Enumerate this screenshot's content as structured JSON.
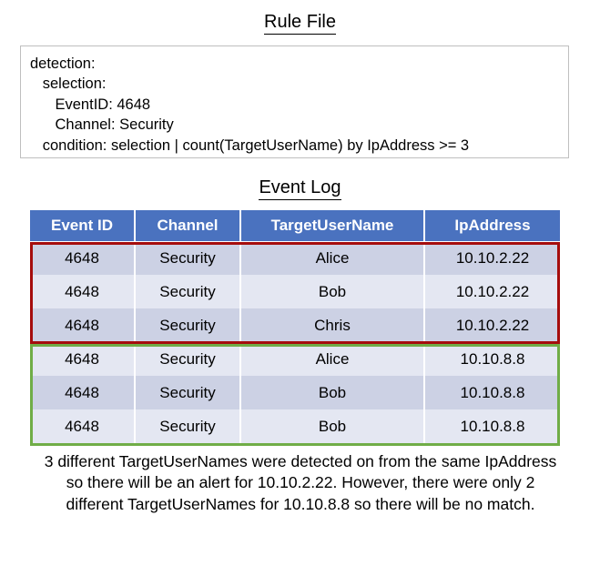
{
  "sections": {
    "rule_file": {
      "title": "Rule File",
      "code": "detection:\n   selection:\n      EventID: 4648\n      Channel: Security\n   condition: selection | count(TargetUserName) by IpAddress >= 3"
    },
    "event_log": {
      "title": "Event Log",
      "columns": [
        "Event ID",
        "Channel",
        "TargetUserName",
        "IpAddress"
      ],
      "rows": [
        {
          "event_id": "4648",
          "channel": "Security",
          "target_user_name": "Alice",
          "ip_address": "10.10.2.22"
        },
        {
          "event_id": "4648",
          "channel": "Security",
          "target_user_name": "Bob",
          "ip_address": "10.10.2.22"
        },
        {
          "event_id": "4648",
          "channel": "Security",
          "target_user_name": "Chris",
          "ip_address": "10.10.2.22"
        },
        {
          "event_id": "4648",
          "channel": "Security",
          "target_user_name": "Alice",
          "ip_address": "10.10.8.8"
        },
        {
          "event_id": "4648",
          "channel": "Security",
          "target_user_name": "Bob",
          "ip_address": "10.10.8.8"
        },
        {
          "event_id": "4648",
          "channel": "Security",
          "target_user_name": "Bob",
          "ip_address": "10.10.8.8"
        }
      ]
    }
  },
  "highlights": [
    {
      "name": "match-group",
      "color": "#a50d0d",
      "rows": [
        0,
        1,
        2
      ],
      "ip_address": "10.10.2.22"
    },
    {
      "name": "no-match-group",
      "color": "#70ad47",
      "rows": [
        3,
        4,
        5
      ],
      "ip_address": "10.10.8.8"
    }
  ],
  "caption": "3 different TargetUserNames were detected on from the same IpAddress so there will be an alert for 10.10.2.22. However, there were only 2 different TargetUserNames for 10.10.8.8 so there will be no match.",
  "colors": {
    "header_blue": "#4a72bf",
    "row_dark": "#ccd1e4",
    "row_light": "#e4e7f2",
    "box_border": "#bfbfbf",
    "highlight_red": "#a50d0d",
    "highlight_green": "#70ad47"
  }
}
